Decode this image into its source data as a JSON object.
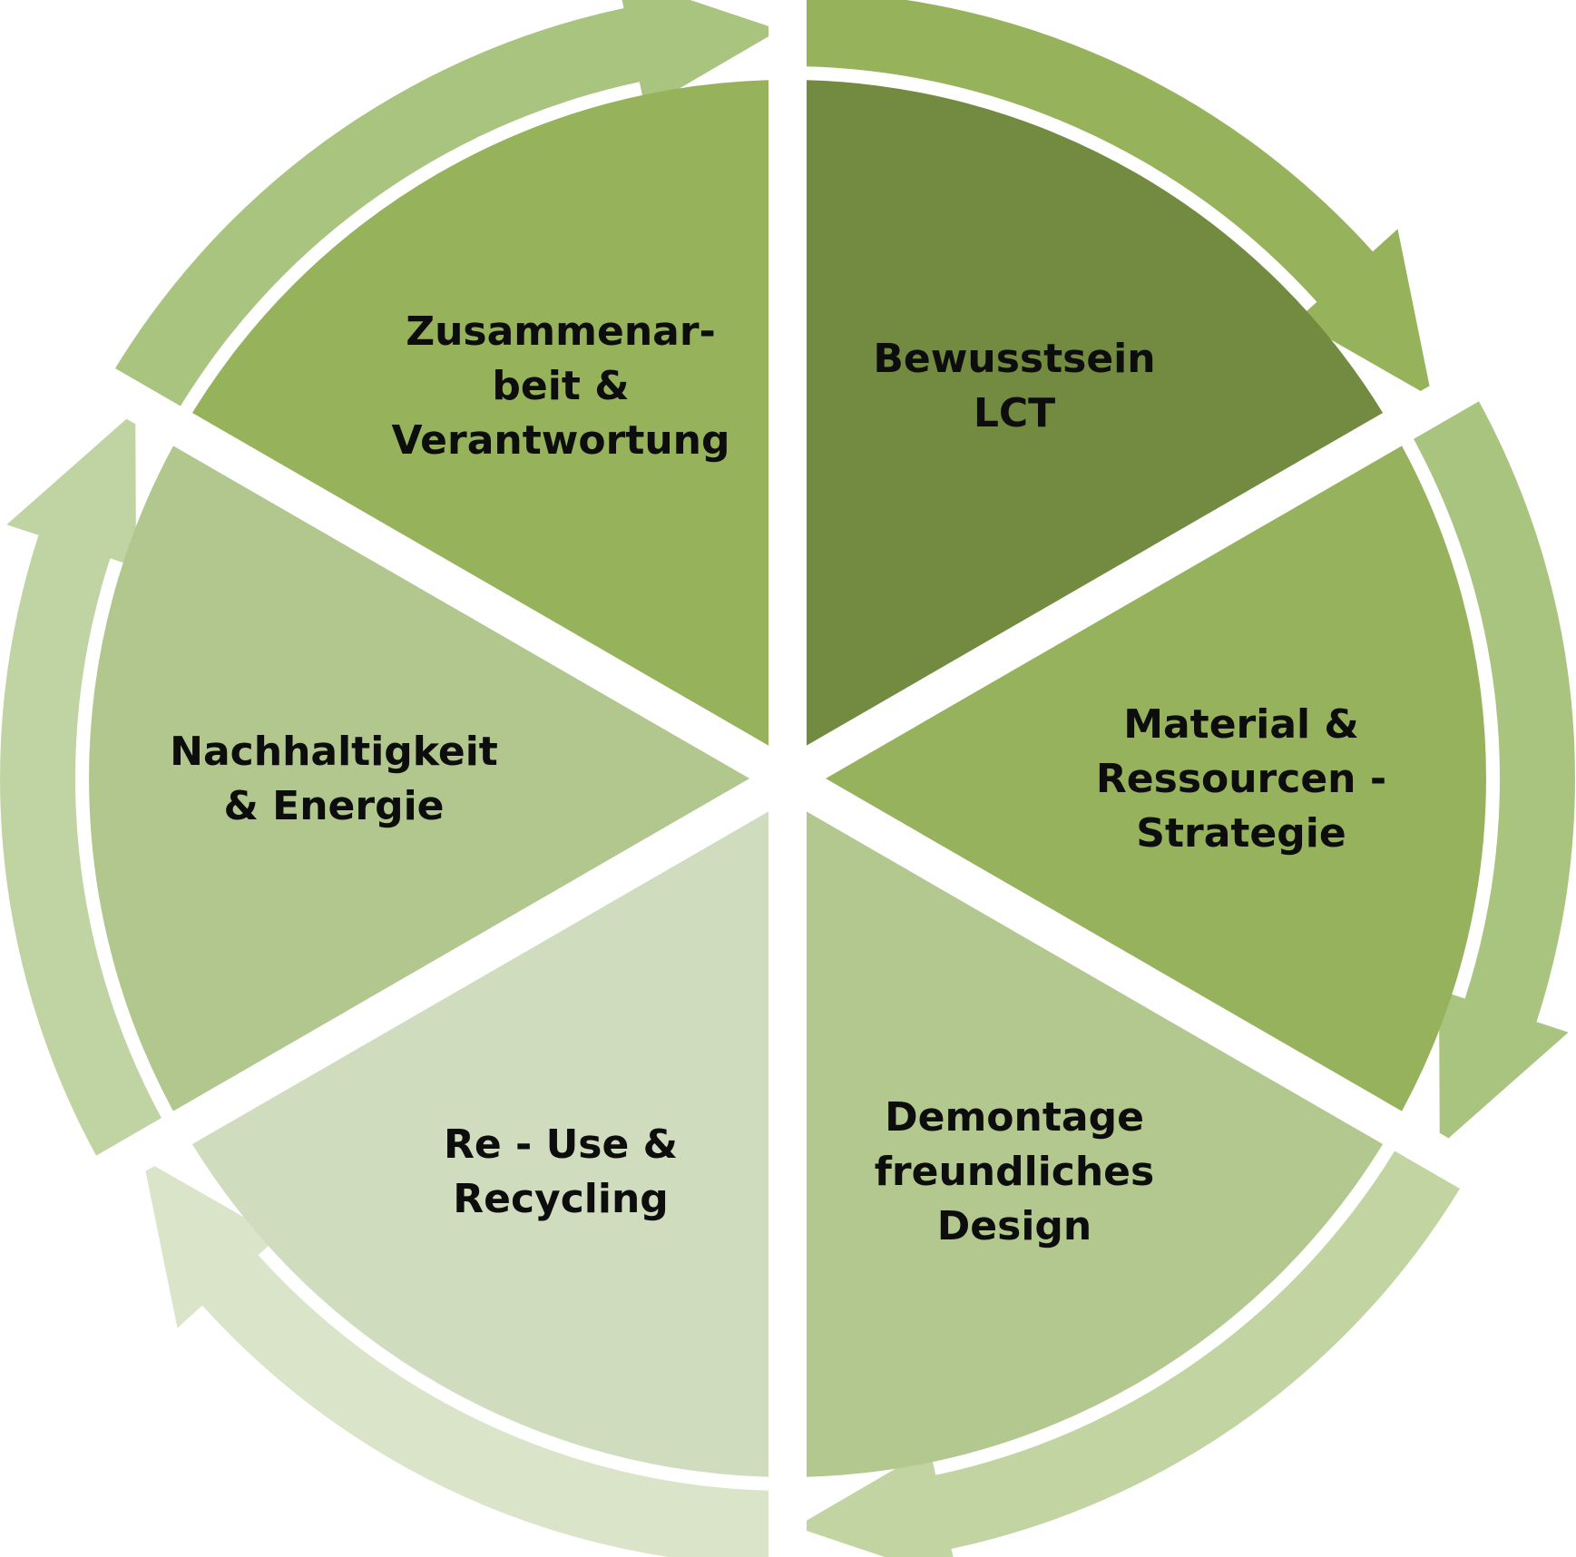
{
  "diagram": {
    "type": "segmented-cycle",
    "direction": "clockwise",
    "segments": [
      {
        "id": "bewusstsein",
        "lines": [
          "Bewusstsein",
          "LCT"
        ],
        "wedge_color": "#728b40",
        "band_color": "#96b25b"
      },
      {
        "id": "material",
        "lines": [
          "Material &",
          "Ressourcen -",
          "Strategie"
        ],
        "wedge_color": "#96b25c",
        "band_color": "#a9c47e"
      },
      {
        "id": "demontage",
        "lines": [
          "Demontage",
          "freundliches",
          "Design"
        ],
        "wedge_color": "#b3c88e",
        "band_color": "#c2d4a1"
      },
      {
        "id": "reuse",
        "lines": [
          "Re - Use &",
          "Recycling"
        ],
        "wedge_color": "#cfdcbd",
        "band_color": "#d9e4c9"
      },
      {
        "id": "nachhaltigkeit",
        "lines": [
          "Nachhaltigkeit",
          "& Energie"
        ],
        "wedge_color": "#b1c78d",
        "band_color": "#c0d3a3"
      },
      {
        "id": "zusammenarbeit",
        "lines": [
          "Zusammenar-",
          "beit &",
          "Verantwortung"
        ],
        "wedge_color": "#96b25b",
        "band_color": "#a9c47e"
      }
    ]
  }
}
